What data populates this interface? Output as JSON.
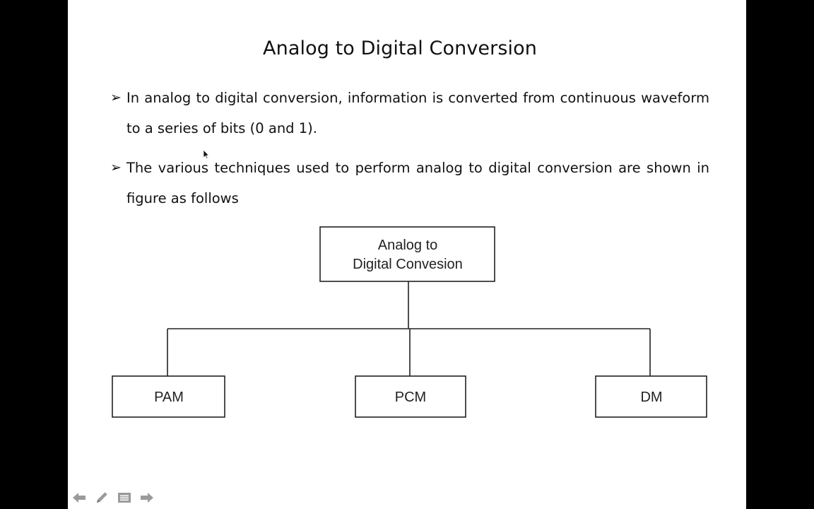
{
  "slide": {
    "title": "Analog to Digital Conversion",
    "bullets": [
      {
        "marker": "➢",
        "text": "In analog to digital conversion, information is converted from continuous waveform to a series of bits (0 and 1)."
      },
      {
        "marker": "➢",
        "text": "The various techniques used to perform analog to digital conversion are shown in figure as follows"
      }
    ]
  },
  "diagram": {
    "root": {
      "line1": "Analog to",
      "line2": "Digital Convesion"
    },
    "children": [
      "PAM",
      "PCM",
      "DM"
    ]
  },
  "toolbar": {
    "icons": [
      "arrow-left-icon",
      "pen-icon",
      "slides-menu-icon",
      "arrow-right-icon"
    ]
  },
  "colors": {
    "background": "#000000",
    "slide": "#ffffff",
    "text": "#111111",
    "diagram_stroke": "#222222",
    "toolbar_icon": "#9a9a9a"
  }
}
